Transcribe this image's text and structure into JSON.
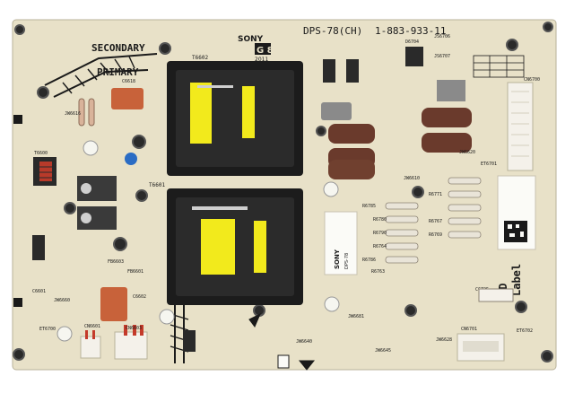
{
  "board": {
    "brand": "SONY",
    "part_name": "DPS-78(CH)",
    "part_number": "1-883-933-11",
    "grade": "G 8",
    "year": "2011",
    "zone_secondary": "SECONDARY",
    "zone_primary": "PRIMARY",
    "label_2d": "2D",
    "label_word": "Label",
    "sticker_text": "SONY",
    "sticker_model": "DPS-78",
    "colors": {
      "pcb": "#e8e1c8",
      "silkscreen": "#1a1a1a",
      "transformer": "#1c1c1c",
      "core": "#f2ea1c",
      "capacitor": "#6a3a2c",
      "film_cap": "#c8623a"
    }
  },
  "refs": {
    "t6602": "T6602",
    "t6601": "T6601",
    "t6600": "T6600",
    "cn6700": "CN6700",
    "cn6701": "CN6701",
    "cn6601": "CN6601",
    "jw6610": "JW6610",
    "jw6616": "JW6616",
    "jw6620": "JW6620",
    "jw6640": "JW6640",
    "jw6645": "JW6645",
    "jw6660": "JW6660",
    "jw6681": "JW6681",
    "jw6628": "JW6628",
    "js6706": "JS6706",
    "js6707": "JS6707",
    "d6704": "D6704",
    "r6785": "R6785",
    "r6780": "R6780",
    "r6790": "R6790",
    "r6771": "R6771",
    "r6767": "R6767",
    "r6769": "R6769",
    "r6764": "R6764",
    "r6786": "R6786",
    "r6763": "R6763",
    "c6618": "C6618",
    "c6601": "C6601",
    "c6602": "C6602",
    "c6725": "C6725",
    "fb6601": "FB6601",
    "fb6603": "FB6603",
    "cn6603": "CN6603",
    "et6701": "ET6701",
    "et6702": "ET6702",
    "et6700": "ET6700"
  }
}
